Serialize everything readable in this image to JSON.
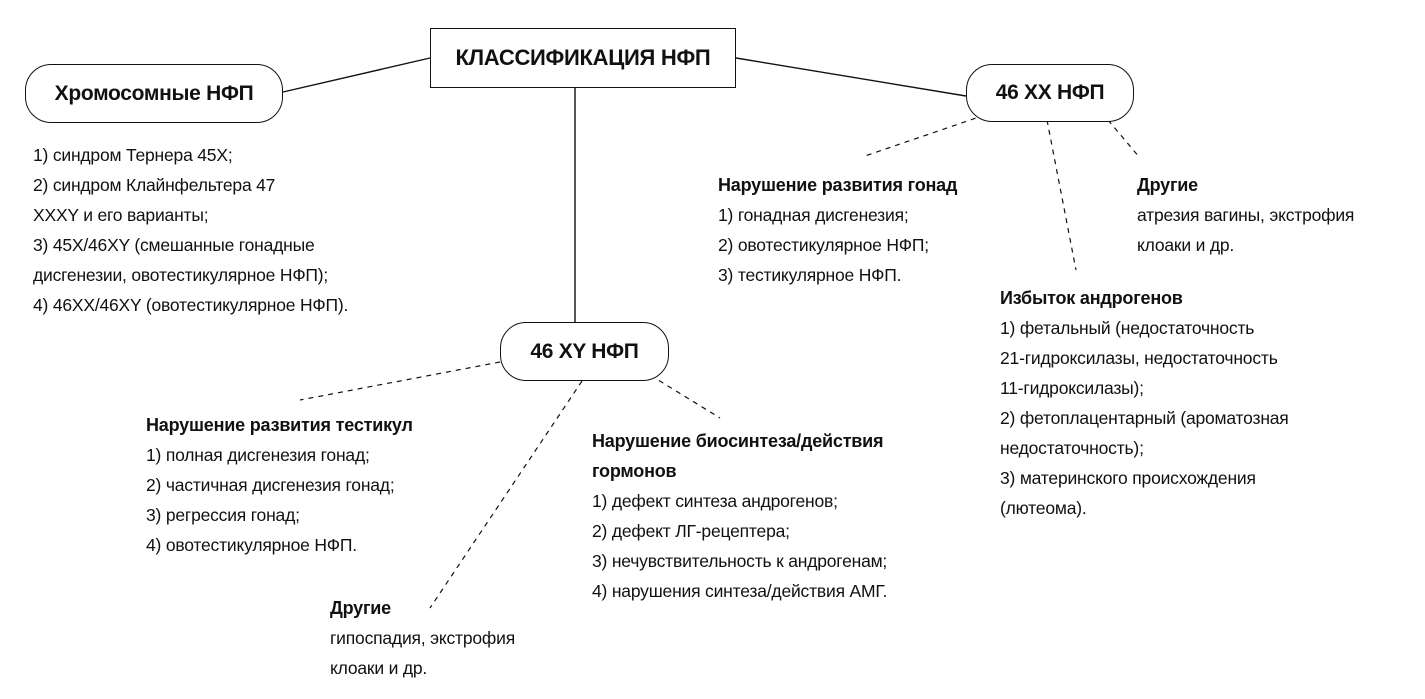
{
  "root": "КЛАССИФИКАЦИЯ НФП",
  "chromosomal": {
    "title": "Хромосомные НФП",
    "items": [
      "1) синдром Тернера 45X;",
      "2) синдром Клайнфельтера 47",
      "XXXY и его варианты;",
      "3) 45X/46XY (смешанные гонадные",
      "дисгенезии, овотестикулярное НФП);",
      "4) 46XX/46XY (овотестикулярное НФП)."
    ]
  },
  "xx": {
    "title": "46 XX НФП",
    "gonads": {
      "heading": "Нарушение развития гонад",
      "items": [
        "1) гонадная дисгенезия;",
        "2) овотестикулярное НФП;",
        "3) тестикулярное НФП."
      ]
    },
    "other": {
      "heading": "Другие",
      "items": [
        "атрезия вагины, экстрофия",
        "клоаки и др."
      ]
    },
    "androgens": {
      "heading": "Избыток андрогенов",
      "items": [
        "1) фетальный (недостаточность",
        "21-гидроксилазы, недостаточность",
        "11-гидроксилазы);",
        "2) фетоплацентарный (ароматозная",
        "недостаточность);",
        "3) материнского происхождения",
        "(лютеома)."
      ]
    }
  },
  "xy": {
    "title": "46 XY НФП",
    "testes": {
      "heading": "Нарушение развития тестикул",
      "items": [
        "1) полная дисгенезия гонад;",
        "2) частичная дисгенезия гонад;",
        "3) регрессия гонад;",
        "4) овотестикулярное НФП."
      ]
    },
    "hormones": {
      "heading_lines": [
        "Нарушение биосинтеза/действия",
        "гормонов"
      ],
      "items": [
        "1) дефект синтеза андрогенов;",
        "2) дефект ЛГ-рецептера;",
        "3) нечувствительность к андрогенам;",
        "4) нарушения синтеза/действия АМГ."
      ]
    },
    "other": {
      "heading": "Другие",
      "items": [
        "гипоспадия, экстрофия",
        "клоаки и др."
      ]
    }
  }
}
